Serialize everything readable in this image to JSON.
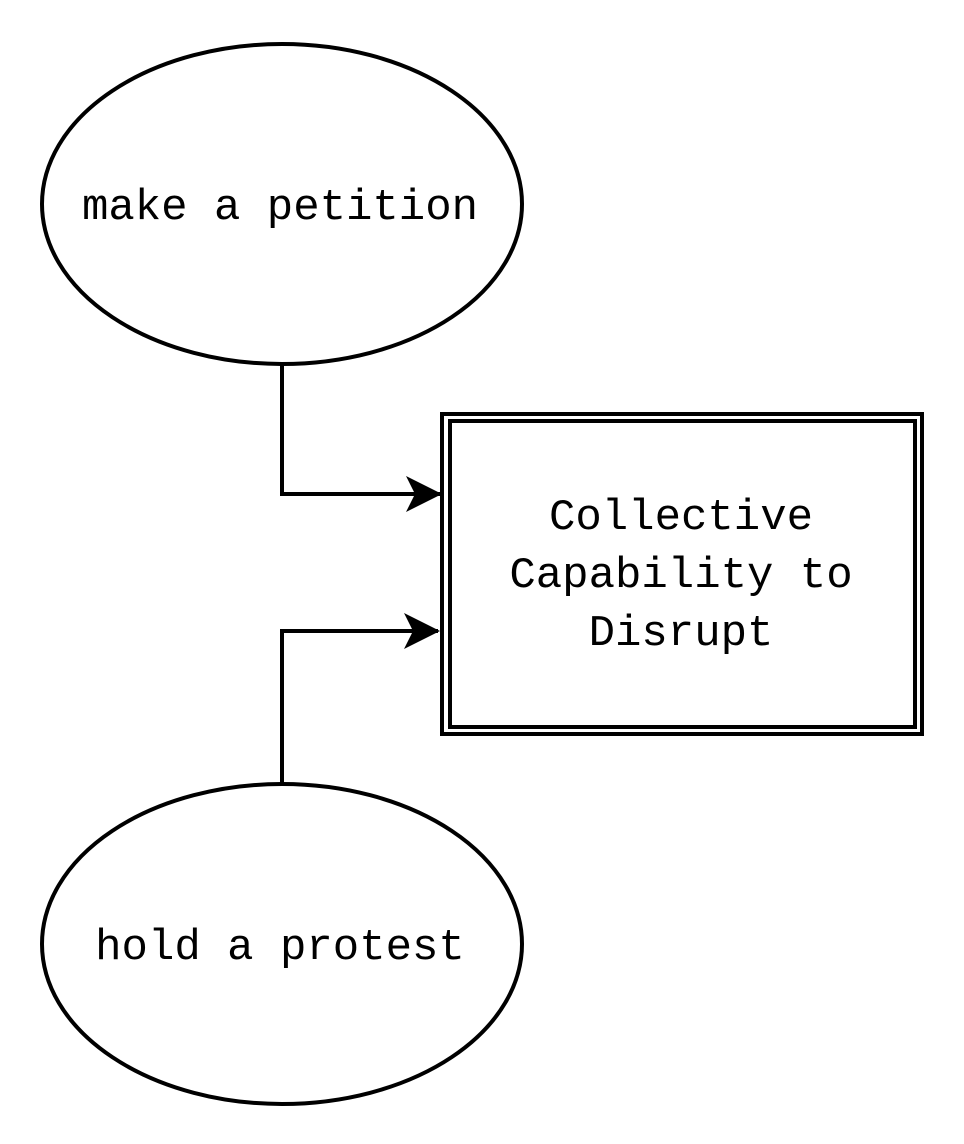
{
  "diagram": {
    "nodes": [
      {
        "id": "petition",
        "shape": "ellipse",
        "label": "make a petition"
      },
      {
        "id": "protest",
        "shape": "ellipse",
        "label": "hold a protest"
      },
      {
        "id": "capability",
        "shape": "double-rectangle",
        "label_lines": [
          "Collective",
          "Capability to",
          "Disrupt"
        ]
      }
    ],
    "edges": [
      {
        "from": "petition",
        "to": "capability"
      },
      {
        "from": "protest",
        "to": "capability"
      }
    ],
    "colors": {
      "stroke": "#000000",
      "fill": "#ffffff",
      "text": "#000000"
    }
  }
}
